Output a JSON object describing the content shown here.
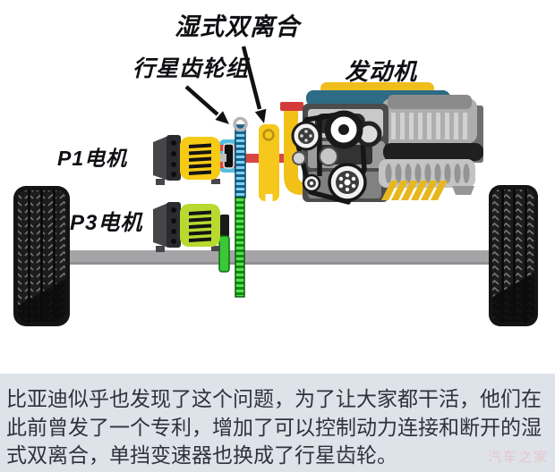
{
  "diagram": {
    "labels": {
      "wet_dual_clutch": "湿式双离合",
      "planetary_gear_set": "行星齿轮组",
      "engine": "发动机",
      "p1_motor": "P1电机",
      "p3_motor": "P3电机"
    },
    "colors": {
      "motor_p1_yellow": "#f7ca16",
      "motor_p3_green": "#b7d930",
      "clutch_yellow": "#f6c71c",
      "chain_blue": "#1b6fa5",
      "chain_green": "#2fae2f",
      "shaft_red": "#d84744",
      "damper_blue": "#57bede",
      "engine_teal": "#2e6b85",
      "engine_yellow": "#f0be1c",
      "axle_gray": "#a5a5a8",
      "caption_bg": "#dee2e9"
    }
  },
  "caption": {
    "text": "比亚迪似乎也发现了这个问题，为了让大家都干活，他们在此前曾发了一个专利，增加了可以控制动力连接和断开的湿式双离合，单挡变速器也换成了行星齿轮。",
    "watermark": "汽车之家"
  }
}
